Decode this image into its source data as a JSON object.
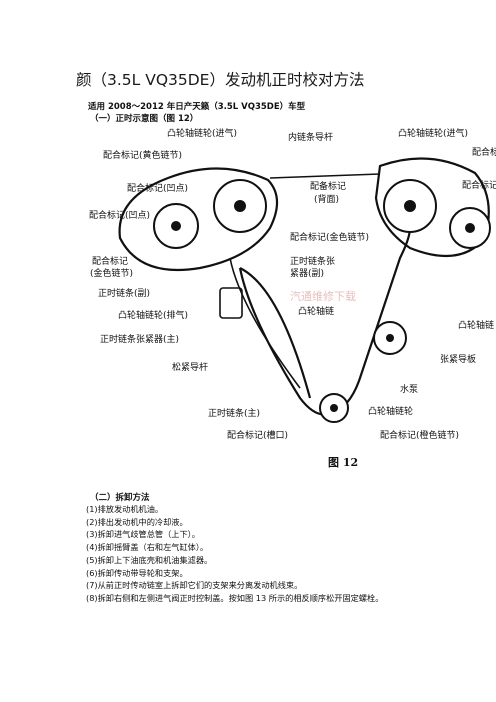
{
  "doc": {
    "title": "颜（3.5L VQ35DE）发动机正时校对方法",
    "subtitle": "适用 2008～2012 年日产天籁（3.5L VQ35DE）车型",
    "section1": "（一）正时示意图（图 12）",
    "section2": "（二）拆卸方法"
  },
  "figure": {
    "caption": "图 12",
    "watermark": "汽通维修下载",
    "labels": {
      "cam_sprocket_intake_left": "凸轮轴链轮(进气)",
      "inner_chain_guide": "内链条导杆",
      "cam_sprocket_intake_right": "凸轮轴链轮(进气)",
      "mark_yellow": "配合标记(黄色链节)",
      "mark_right_top": "配合标",
      "mark_notch1": "配合标记(凹点)",
      "mark_spare": "配备标记",
      "mark_spare_back": "(背面)",
      "mark_right_mid": "配合标记",
      "mark_notch2": "配合标记(凹点)",
      "mark_gold_center": "配合标记(金色链节)",
      "tensioner_sub1": "正时链条张",
      "tensioner_sub2": "紧器(副)",
      "mark_gold_left1": "配合标记",
      "mark_gold_left2": "(金色链节)",
      "chain_sub": "正时链条(副)",
      "cam_sprocket_exhaust": "凸轮轴链轮(排气)",
      "crank_sprocket": "凸轮轴链",
      "cam_shaft_right": "凸轮轴链",
      "tensioner_main": "正时链条张紧器(主)",
      "tension_guide": "张紧导板",
      "slack_guide": "松紧导杆",
      "water_pump": "水泵",
      "chain_main": "正时链条(主)",
      "cam_sprocket_bottom": "凸轮轴链轮",
      "mark_groove": "配合标记(槽口)",
      "mark_orange": "配合标记(橙色链节)"
    }
  },
  "steps": [
    "(1)排放发动机机油。",
    "(2)排出发动机中的冷却液。",
    "(3)拆卸进气歧管总管（上下）。",
    "(4)拆卸摇臂盖（右和左气缸体）。",
    "(5)拆卸上下油底壳和机油集滤器。",
    "(6)拆卸传动带导轮和支架。",
    "(7)从前正时传动链室上拆卸它们的支架来分离发动机线束。",
    "(8)拆卸右侧和左侧进气阀正时控制盖。按如图 13 所示的相反顺序松开固定螺栓。"
  ]
}
